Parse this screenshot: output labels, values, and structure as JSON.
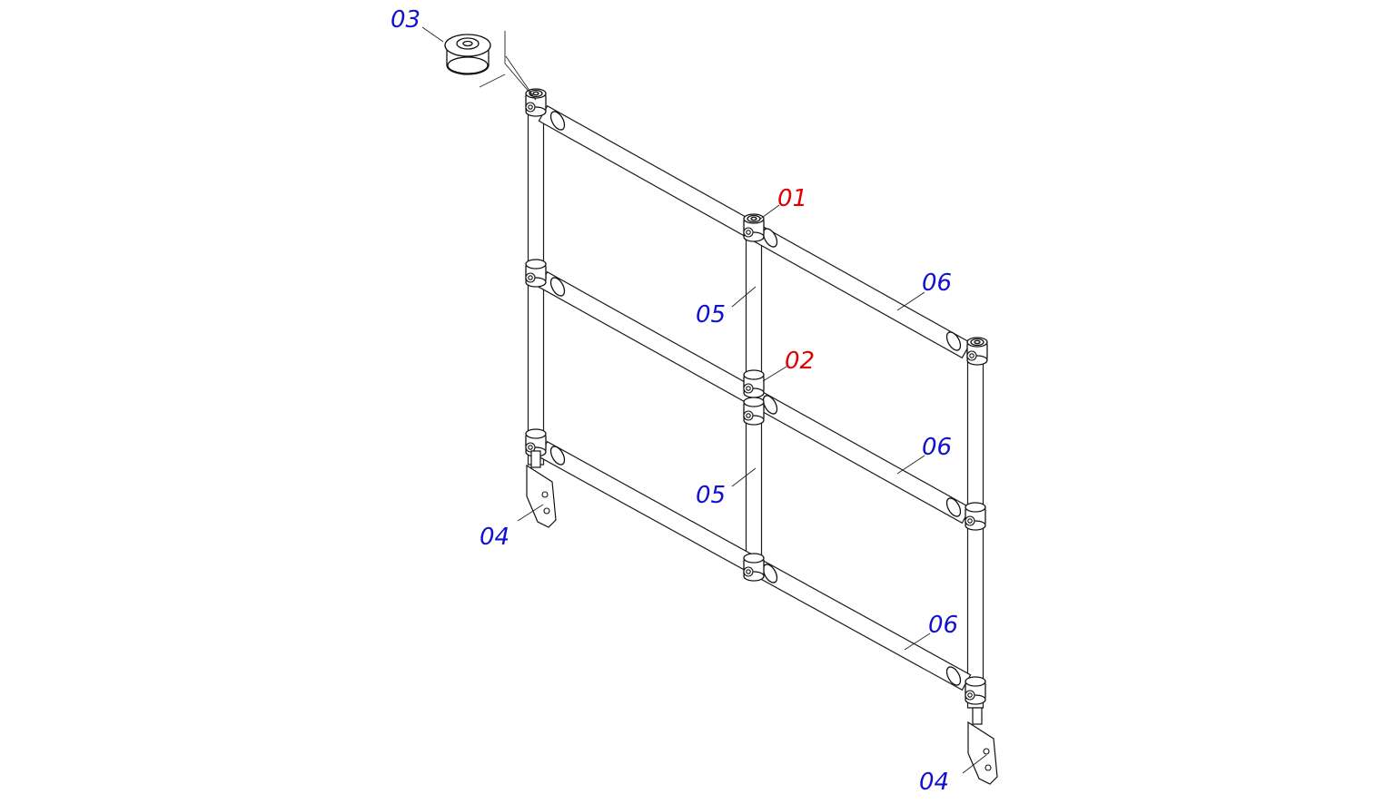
{
  "callouts": {
    "c01": {
      "text": "01",
      "color": "#e00000"
    },
    "c02": {
      "text": "02",
      "color": "#e00000"
    },
    "c03": {
      "text": "03",
      "color": "#1010d0"
    },
    "c04a": {
      "text": "04",
      "color": "#1010d0"
    },
    "c04b": {
      "text": "04",
      "color": "#1010d0"
    },
    "c05a": {
      "text": "05",
      "color": "#1010d0"
    },
    "c05b": {
      "text": "05",
      "color": "#1010d0"
    },
    "c06a": {
      "text": "06",
      "color": "#1010d0"
    },
    "c06b": {
      "text": "06",
      "color": "#1010d0"
    },
    "c06c": {
      "text": "06",
      "color": "#1010d0"
    }
  },
  "colors": {
    "line": "#1a1a1a",
    "background": "#ffffff"
  }
}
